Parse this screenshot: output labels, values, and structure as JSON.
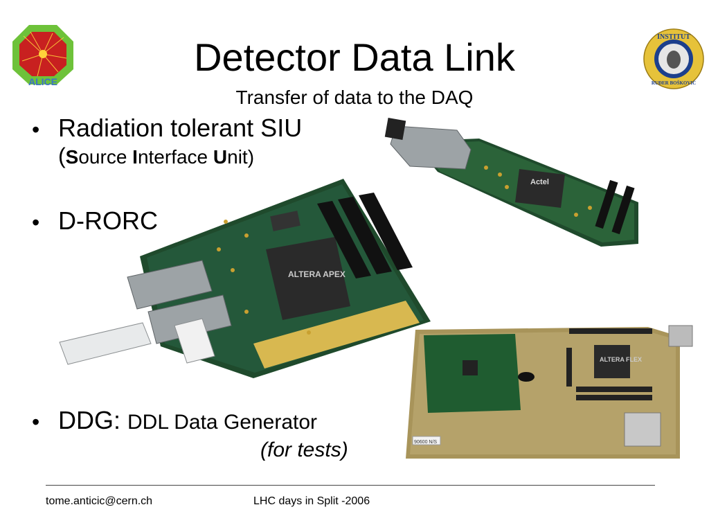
{
  "slide": {
    "title": "Detector Data Link",
    "subtitle": "Transfer of data to the DAQ"
  },
  "logos": {
    "left": {
      "text": "ALICE",
      "icon": "alice-logo-icon"
    },
    "right": {
      "text_top": "INSTITUT",
      "text_bottom": "RUĐER BOŠKOVIĆ",
      "icon": "irb-seal-icon"
    }
  },
  "bullets": {
    "marker": "•",
    "b1": {
      "text": "Radiation tolerant SIU",
      "sub": {
        "open": "(",
        "s_bold": "S",
        "s_rest": "ource ",
        "i_bold": "I",
        "i_rest": "nterface ",
        "u_bold": "U",
        "u_rest": "nit",
        "close": ")"
      }
    },
    "b2": {
      "text": "D-RORC"
    },
    "b3": {
      "term": "DDG: ",
      "desc": "DDL Data Generator",
      "sub": "(for tests)"
    }
  },
  "pictures": {
    "siu": {
      "icon": "siu-board-photo",
      "chip_label": "Actel"
    },
    "rorc": {
      "icon": "d-rorc-board-photo",
      "chip_label": "ALTERA APEX"
    },
    "ddg": {
      "icon": "ddg-board-photo",
      "chip_label": "ALTERA FLEX",
      "sticker": "90600 N/S"
    }
  },
  "footer": {
    "email": "tome.anticic@cern.ch",
    "event": "LHC days in Split -2006"
  },
  "colors": {
    "pcb_green": "#1f4a2c",
    "pcb_gold": "#a8945a",
    "connector_gold": "#d8b850",
    "chip_dark": "#2a2a2a",
    "alice_green": "#6ec23a",
    "alice_red": "#c82020",
    "irb_gold": "#e6c23a",
    "irb_blue": "#1c3f8c"
  }
}
